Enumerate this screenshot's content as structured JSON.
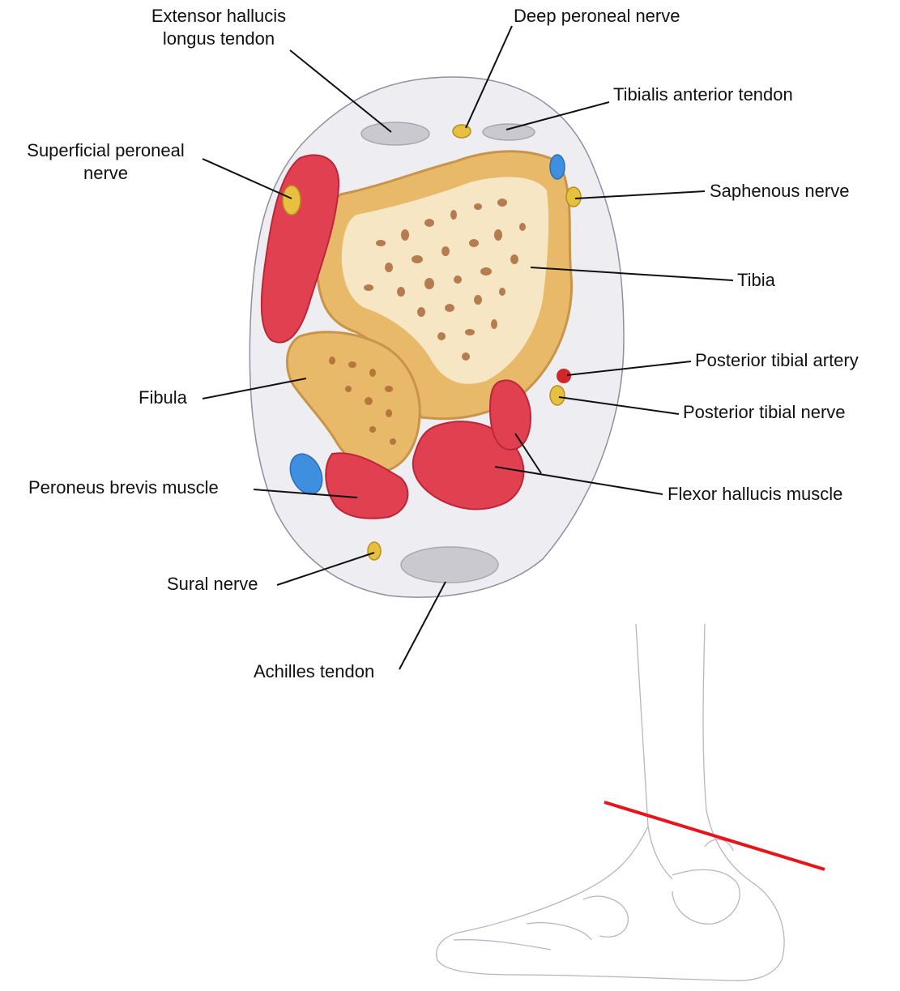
{
  "labels": {
    "extensor_hallucis_line1": "Extensor hallucis",
    "extensor_hallucis_line2": "longus tendon",
    "deep_peroneal_nerve": "Deep peroneal nerve",
    "tibialis_anterior_tendon": "Tibialis anterior tendon",
    "superficial_peroneal_line1": "Superficial peroneal",
    "superficial_peroneal_line2": "nerve",
    "saphenous_nerve": "Saphenous nerve",
    "tibia": "Tibia",
    "posterior_tibial_artery": "Posterior tibial artery",
    "posterior_tibial_nerve": "Posterior tibial nerve",
    "fibula": "Fibula",
    "peroneus_brevis_muscle": "Peroneus brevis muscle",
    "flexor_hallucis_muscle": "Flexor hallucis muscle",
    "sural_nerve": "Sural nerve",
    "achilles_tendon": "Achilles tendon"
  },
  "colors": {
    "bone": "#e9b96a",
    "bone_edge": "#c8944a",
    "marrow": "#f6e6c4",
    "muscle": "#e0404f",
    "muscle_edge": "#b8283a",
    "nerve": "#e8c040",
    "vein": "#3f8fe0",
    "artery": "#d02828",
    "tendon": "#c9c9cf",
    "tissue": "#eeeef2",
    "outline": "#8f8fa0",
    "section_line": "#e8141a"
  }
}
